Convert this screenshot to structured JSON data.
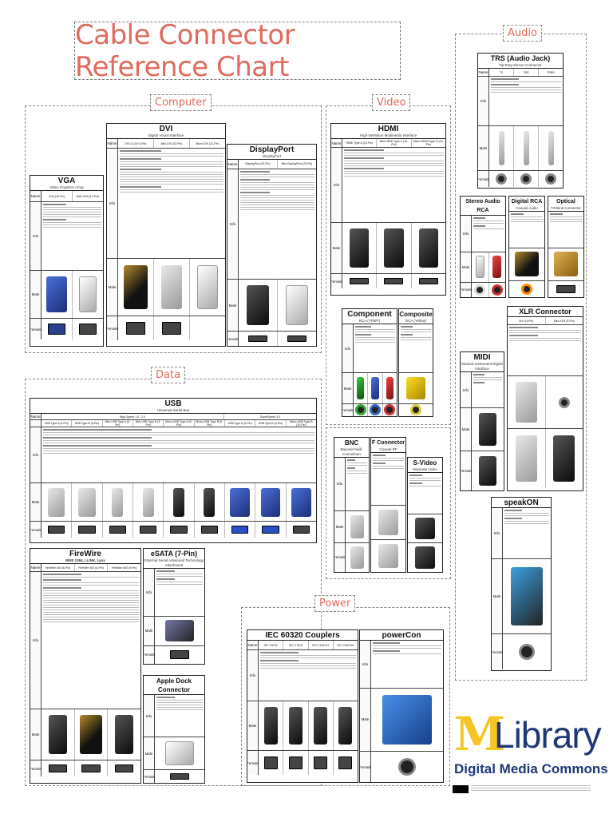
{
  "title": "Cable Connector Reference Chart",
  "sections": {
    "computer": "Computer",
    "video": "Video",
    "audio": "Audio",
    "data": "Data",
    "power": "Power"
  },
  "row_labels": {
    "name": "Name",
    "info": "Info",
    "male": "Male",
    "female": "Female"
  },
  "cards": {
    "vga": {
      "title": "VGA",
      "subtitle": "Video Graphics Array",
      "names": [
        "VGA (15-Pin)",
        "Mini-VGA (14-Pin)"
      ]
    },
    "dvi": {
      "title": "DVI",
      "subtitle": "Digital Visual Interface",
      "names": [
        "DVI-D (24+1-Pin)",
        "Mini-DVI (32-Pin)",
        "Micro-DVI (21-Pin)"
      ]
    },
    "displayport": {
      "title": "DisplayPort",
      "subtitle": "DisplayPort",
      "names": [
        "DisplayPort (20-Pin)",
        "Mini DisplayPort (20-Pin)"
      ]
    },
    "hdmi": {
      "title": "HDMI",
      "subtitle": "High-Definition Multimedia Interface",
      "names": [
        "HDMI Type A (19-Pin)",
        "Mini-HDMI Type C (19-Pin)",
        "Micro-HDMI Type D (19-Pin)"
      ]
    },
    "component": {
      "title": "Component",
      "subtitle": "RCA (YPbPr)"
    },
    "composite": {
      "title": "Composite",
      "subtitle": "RCA (Yellow)"
    },
    "bnc": {
      "title": "BNC",
      "subtitle": "Bayonet Neill-Concelman"
    },
    "fconnector": {
      "title": "F Connector",
      "subtitle": "Coaxial RF"
    },
    "svideo": {
      "title": "S-Video",
      "subtitle": "Separate Video"
    },
    "trs": {
      "title": "TRS (Audio Jack)",
      "subtitle": "Tip Ring Sleeve Connector",
      "names": [
        "TS",
        "TRS",
        "TRRS"
      ]
    },
    "stereorca": {
      "title": "Stereo Audio RCA"
    },
    "digitalrca": {
      "title": "Digital RCA",
      "subtitle": "Coaxial Audio"
    },
    "optical": {
      "title": "Optical",
      "subtitle": "TOSlink Connector"
    },
    "xlr": {
      "title": "XLR Connector",
      "names": [
        "XLR (3-Pin)",
        "Mini-XLR (4-Pin)"
      ]
    },
    "midi": {
      "title": "MIDI",
      "subtitle": "Musical Instrument Digital Interface"
    },
    "speakon": {
      "title": "speakON"
    },
    "usb": {
      "title": "USB",
      "subtitle": "Universal Serial Bus",
      "group_high": "High-Speed 1.0 - 2.0",
      "group_super": "SuperSpeed 3.0",
      "names": [
        "USB Type A (4-Pin)",
        "USB Type B (4-Pin)",
        "Mini-USB Type A (5-Pin)",
        "Mini-USB Type B (5-Pin)",
        "Micro-USB Type A (5-Pin)",
        "Micro-USB Type B (5-Pin)",
        "USB Type A (9-Pin)",
        "USB Type B (9-Pin)",
        "Micro-USB Type B (10-Pin)"
      ]
    },
    "firewire": {
      "title": "FireWire",
      "subtitle": "IEEE 1394, i.LINK, Lynx",
      "names": [
        "FireWire 400 (6-Pin)",
        "FireWire 400 (4-Pin)",
        "FireWire 800 (9-Pin)"
      ]
    },
    "esata": {
      "title": "eSATA (7-Pin)",
      "subtitle": "External Serial Advanced Technology Attachment"
    },
    "appledock": {
      "title": "Apple Dock Connector"
    },
    "iec": {
      "title": "IEC 60320 Couplers",
      "names": [
        "IEC C5/C6",
        "IEC C7/C8",
        "IEC C13/C14",
        "IEC C15/C16"
      ]
    },
    "powercon": {
      "title": "powerCon"
    }
  },
  "logo": {
    "mark": "M",
    "library": "Library",
    "dmc": "Digital Media Commons"
  },
  "colors": {
    "title_red": "#e06a5e",
    "logo_blue": "#1f3875",
    "logo_maize": "#f4c524"
  }
}
